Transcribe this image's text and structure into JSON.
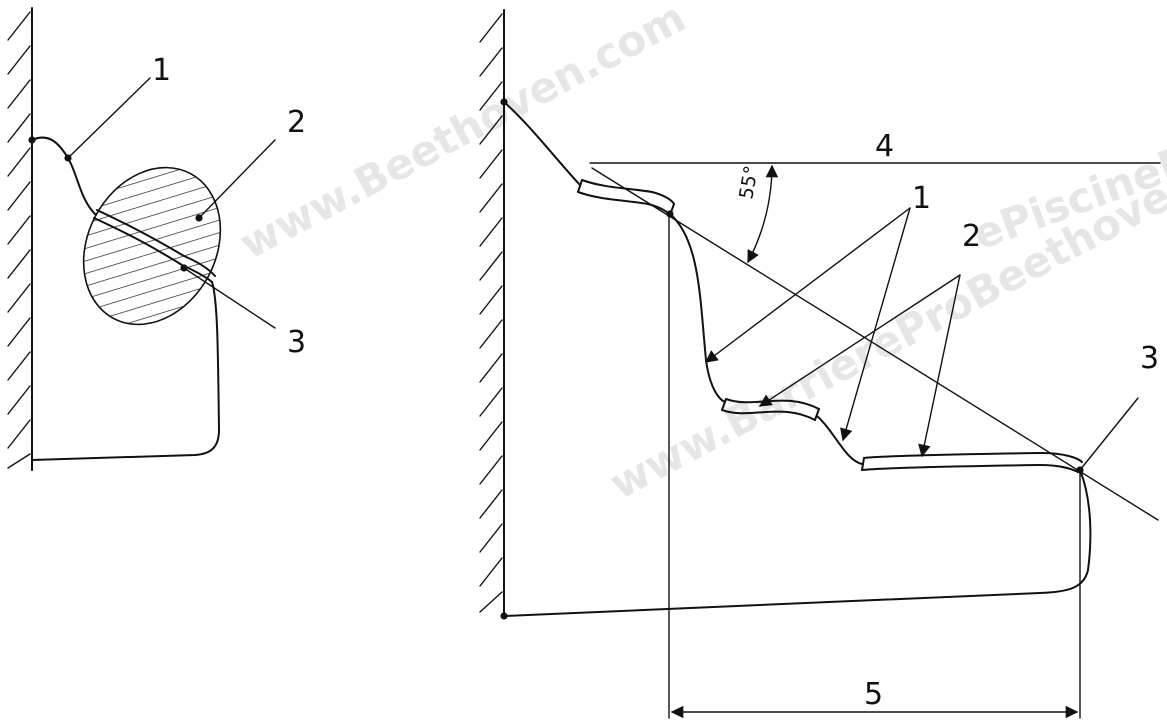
{
  "figure_left": {
    "labels": {
      "skimmer": "1",
      "detail_zone": "2",
      "step_edge": "3"
    }
  },
  "figure_right": {
    "labels": {
      "skimmer": "1",
      "step": "2",
      "step_edge": "3",
      "reference_line": "4",
      "horizontal_distance": "5"
    },
    "angle": "55°"
  },
  "watermarks": {
    "top": "www.Beethoven.com",
    "middle": "www.BarriereProBeethoven",
    "right": "ePiscineBeethoven"
  }
}
